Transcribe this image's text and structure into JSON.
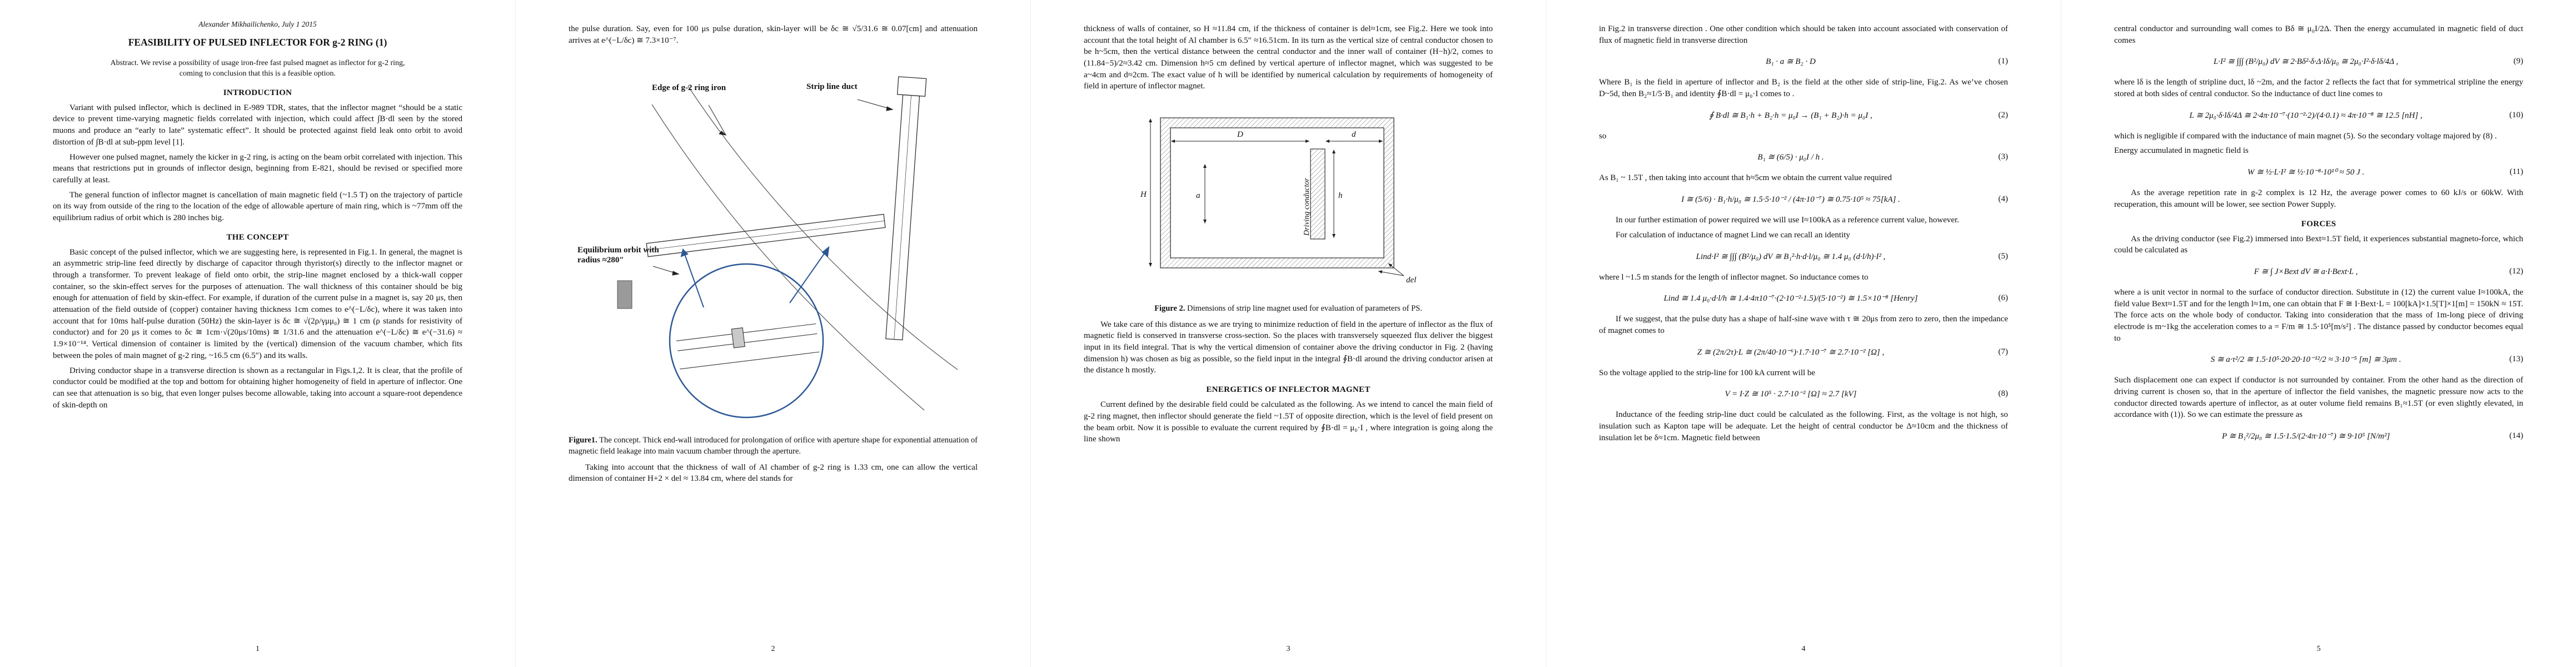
{
  "colors": {
    "figure_accent_blue": "#2b5797",
    "drawing_line": "#444444",
    "text": "#111111",
    "page_bg": "#ffffff"
  },
  "page1": {
    "folio": "1",
    "author_line": "Alexander Mikhailichenko,  July 1 2015",
    "title": "FEASIBILITY OF PULSED INFLECTOR FOR g-2 RING (1)",
    "abstract": "Abstract. We revise a possibility of usage iron-free fast pulsed magnet as inflector for g-2 ring, coming to conclusion that this is a feasible option.",
    "intro_heading": "INTRODUCTION",
    "intro_p1": "Variant with pulsed inflector, which is declined in E-989 TDR, states, that the inflector magnet “should be a static device to prevent time-varying magnetic fields correlated with injection, which could affect ∫B·dl seen by the stored muons and produce an “early to late” systematic effect”. It should be protected against field leak onto orbit to avoid distortion of ∫B·dl at sub-ppm level [1].",
    "intro_p2": "However one pulsed magnet, namely the kicker in g-2 ring, is acting on the beam orbit correlated with injection. This means that restrictions put in grounds of inflector design, beginning from E-821, should be revised or specified more carefully at least.",
    "intro_p3": "The general function of inflector magnet is cancellation of main magnetic field (~1.5 T) on the trajectory of particle on its way from outside of the ring to the location of the edge of allowable aperture of main ring, which is ~77mm off the equilibrium radius of orbit which is 280 inches big.",
    "concept_heading": "THE CONCEPT",
    "concept_p1": "Basic concept of the pulsed inflector, which we are suggesting here, is represented in Fig.1. In general, the magnet is an asymmetric strip-line feed directly by discharge of capacitor through thyristor(s) directly to the inflector magnet or through a transformer. To prevent leakage of field onto orbit, the strip-line magnet enclosed by a thick-wall copper container, so the skin-effect serves for the purposes of attenuation. The wall thickness of this container should be big enough for attenuation of field by skin-effect. For example, if duration of the current pulse in a magnet is, say 20 μs, then attenuation of the field outside of (copper) container having thickness 1cm comes to e^(−L/δc), where it was taken into account that for 10ms half-pulse duration (50Hz) the skin-layer is δc ≅ √(2ρ/γμμ₀) ≅ 1 cm (ρ stands for resistivity of conductor) and for 20 μs it comes to δc ≅ 1cm·√(20μs/10ms) ≅ 1/31.6 and the attenuation e^(−L/δc) ≅ e^(−31.6) ≈ 1.9×10⁻¹⁴.  Vertical dimension of container is limited by the (vertical) dimension of the vacuum chamber, which fits between the poles of main magnet of g-2 ring, ~16.5 cm (6.5″) and its walls.",
    "concept_p2": "Driving conductor shape in a transverse direction is shown as a rectangular in Figs.1,2. It is clear, that the profile of conductor could be modified at the top and bottom for obtaining higher homogeneity of field in aperture of inflector. One can see that attenuation is so big, that even longer pulses become allowable, taking into account a square-root dependence of skin-depth on"
  },
  "page2": {
    "folio": "2",
    "p_top": "the pulse duration. Say, even for 100 μs pulse duration, skin-layer will be δc ≅ √5/31.6 ≅ 0.07[cm] and attenuation arrives at e^(−L/δc) ≅ 7.3×10⁻⁷.",
    "fig1": {
      "label_iron": "Edge of g-2 ring iron",
      "label_duct": "Strip line duct",
      "label_orbit": "Equilibrium orbit with radius ≈280″",
      "caption_lead": "Figure1.",
      "caption_text": " The concept.  Thick end-wall introduced for prolongation of orifice with aperture shape for exponential attenuation of magnetic field leakage into main vacuum chamber through the aperture."
    },
    "p_bottom": "Taking into account that the thickness of wall of Al chamber of g-2 ring is 1.33 cm, one can allow the vertical dimension of container H+2 × del ≈ 13.84 cm, where del stands for"
  },
  "page3": {
    "folio": "3",
    "p1": "thickness of walls of container, so H ≈11.84 cm, if the thickness of container is del≈1cm, see Fig.2. Here we took into account that the total height of Al chamber is 6.5″ ≈16.51cm. In its turn as the vertical size of central conductor chosen to be h~5cm, then the vertical distance between the central conductor and the inner wall of container (H−h)/2, comes to (11.84−5)/2≈3.42 cm. Dimension h≈5 cm defined by vertical aperture of inflector magnet, which was suggested to be a~4cm and d≈2cm. The exact value of h will be identified by numerical calculation by requirements of homogeneity of field in aperture of inflector magnet.",
    "fig2": {
      "conductor_label": "Driving conductor",
      "dim_D": "D",
      "dim_d": "d",
      "dim_h": "h",
      "dim_a": "a",
      "dim_H": "H",
      "dim_del": "del",
      "caption_lead": "Figure 2.",
      "caption_text": " Dimensions of strip line magnet used for evaluation of parameters of PS."
    },
    "p2": "We take care of this distance as we are trying to minimize reduction of field in the aperture of inflector as the flux of magnetic field is conserved in transverse cross-section. So the places with transversely squeezed flux deliver the biggest input in its field integral. That is why the vertical dimension of container above the driving conductor in Fig. 2 (having dimension h) was chosen as big as possible, so the field input in the integral ∮B·dl around the driving conductor arisen at the distance h mostly.",
    "energetics_heading": "ENERGETICS OF INFLECTOR MAGNET",
    "p3": "Current defined by the desirable field could be calculated as the following. As we intend to cancel the main field of g-2 ring magnet, then inflector should generate the field ~1.5T of opposite direction, which is the level of field present on the beam orbit. Now it is possible to evaluate the current required by ∮B·dl = μ₀·I , where integration is going along the line shown"
  },
  "page4": {
    "folio": "4",
    "p1": "in Fig.2 in transverse direction . One other condition which should be taken into account associated with conservation of flux of magnetic field in transverse direction",
    "eq1": {
      "expr": "B₁ · a ≅ B₂ · D",
      "num": "(1)"
    },
    "p2": "Where B₁ is the field in aperture of inflector and B₂ is the field at the other side of strip-line, Fig.2. As we’ve chosen D~5d, then B₂≈1/5·B₁ and identity ∮B·dl = μ₀·I comes to .",
    "eq2": {
      "expr": "∮ B·dl ≅ B₁·h + B₂·h = μ₀I  →  (B₁ + B₂)·h = μ₀I ,",
      "num": "(2)"
    },
    "p_so": "so",
    "eq3": {
      "expr": "B₁ ≅ (6/5) · μ₀I / h .",
      "num": "(3)"
    },
    "p3": "As B₁ ~ 1.5T , then taking into account that h≈5cm we obtain the current value required",
    "eq4": {
      "expr": "I ≅ (5/6) · B₁·h/μ₀ ≅ 1.5·5·10⁻² / (4π·10⁻⁷) ≅ 0.75·10⁵ ≈ 75[kA] .",
      "num": "(4)"
    },
    "p4": "In our further estimation of power required we will use I≈100kA as a reference current value, however.",
    "p5": "For calculation of inductance of magnet Lind we can recall an identity",
    "eq5": {
      "expr": "Lind·I² ≅ ∫∫∫ (B²/μ₀) dV ≅ B₁²·h·d·l/μ₀ ≅ 1.4 μ₀ (d·l/h)·I² ,",
      "num": "(5)"
    },
    "p6": "where l ~1.5 m stands for the length of inflector magnet. So inductance comes to",
    "eq6": {
      "expr": "Lind ≅ 1.4 μ₀·d·l/h ≅ 1.4·4π10⁻⁷·(2·10⁻²·1.5)/(5·10⁻²) ≅ 1.5×10⁻⁸ [Henry]",
      "num": "(6)"
    },
    "p7": "If we suggest, that the pulse duty has a shape of half-sine wave with τ ≅ 20μs from zero to zero, then the impedance of magnet comes to",
    "eq7": {
      "expr": "Z ≅ (2π/2τ)·L ≅ (2π/40·10⁻⁶)·1.7·10⁻⁷ ≅ 2.7·10⁻² [Ω] ,",
      "num": "(7)"
    },
    "p8": "So the voltage applied to the strip-line for 100 kA current will be",
    "eq8": {
      "expr": "V = I·Z ≅ 10⁵ · 2.7·10⁻² [Ω] ≈ 2.7 [kV]",
      "num": "(8)"
    },
    "p9": "Inductance of the feeding strip-line duct could be calculated as the following. First, as the voltage is not high, so insulation such as Kapton tape will be adequate. Let the height of central conductor be Δ≈10cm and the thickness of insulation let be δ≈1cm. Magnetic field between"
  },
  "page5": {
    "folio": "5",
    "p1": "central conductor and surrounding wall comes to Bδ ≅ μ₀I/2Δ. Then the energy accumulated in magnetic field of duct comes",
    "eq9": {
      "expr": "L·I² ≅ ∫∫∫ (B²/μ₀) dV ≅ 2·Bδ²·δ·Δ·lδ/μ₀ ≅ 2μ₀·I²·δ·lδ/4Δ ,",
      "num": "(9)"
    },
    "p2": "where lδ is the length of stripline duct, lδ ~2m, and the factor 2 reflects the fact that for symmetrical stripline the energy stored at both sides of central conductor. So the inductance of duct line comes to",
    "eq10": {
      "expr": "L ≅ 2μ₀·δ·lδ/4Δ ≅ 2·4π·10⁻⁷·(10⁻²·2)/(4·0.1) ≈ 4π·10⁻⁸ ≅ 12.5 [nH] ,",
      "num": "(10)"
    },
    "p3": "which is negligible if compared with the inductance of main magnet (5). So the secondary voltage majored by (8) .",
    "p4": "Energy accumulated in magnetic field is",
    "eq11": {
      "expr": "W ≅ ½·L·I² ≅ ½·10⁻⁸·10¹⁰ ≈ 50 J .",
      "num": "(11)"
    },
    "p5": "As the average repetition rate in g-2 complex is 12 Hz, the average power comes to 60 kJ/s or 60kW. With recuperation, this amount will be lower, see section Power Supply.",
    "forces_heading": "FORCES",
    "p6": "As the driving conductor (see Fig.2) immersed into Bext≈1.5T field, it experiences substantial magneto-force, which could be calculated as",
    "eq12": {
      "expr": "F ≅ ∫ J×Bext dV ≅ a·I·Bext·L ,",
      "num": "(12)"
    },
    "p7": "where a is unit vector in normal to the surface of conductor direction. Substitute in (12) the current value I≈100kA, the field value Bext≈1.5T and for the length l≈1m, one can obtain that F ≅ I·Bext·L = 100[kA]×1.5[T]×1[m] = 150kN ≈ 15T. The force acts on the whole body of conductor. Taking into consideration that the mass of 1m-long piece of driving electrode is m~1kg the acceleration comes to a = F/m ≅ 1.5·10⁵[m/s²] . The distance passed by conductor becomes equal to",
    "eq13": {
      "expr": "S ≅ a·τ²/2 ≅ 1.5·10⁵·20·20·10⁻¹²/2 ≈ 3·10⁻⁵ [m] ≅ 3μm .",
      "num": "(13)"
    },
    "p8": "Such displacement one can expect if conductor is not surrounded by container. From the other hand as the direction of driving current is chosen so, that in the aperture of inflector the field vanishes, the magnetic pressure now acts to the conductor directed towards aperture of inflector, as at outer volume field remains B₁≈1.5T (or even slightly elevated, in accordance with (1)). So we can estimate the pressure as",
    "eq14": {
      "expr": "P ≅ B₁²/2μ₀ ≅ 1.5·1.5/(2·4π·10⁻⁷) ≅ 9·10⁵ [N/m²]",
      "num": "(14)"
    }
  }
}
